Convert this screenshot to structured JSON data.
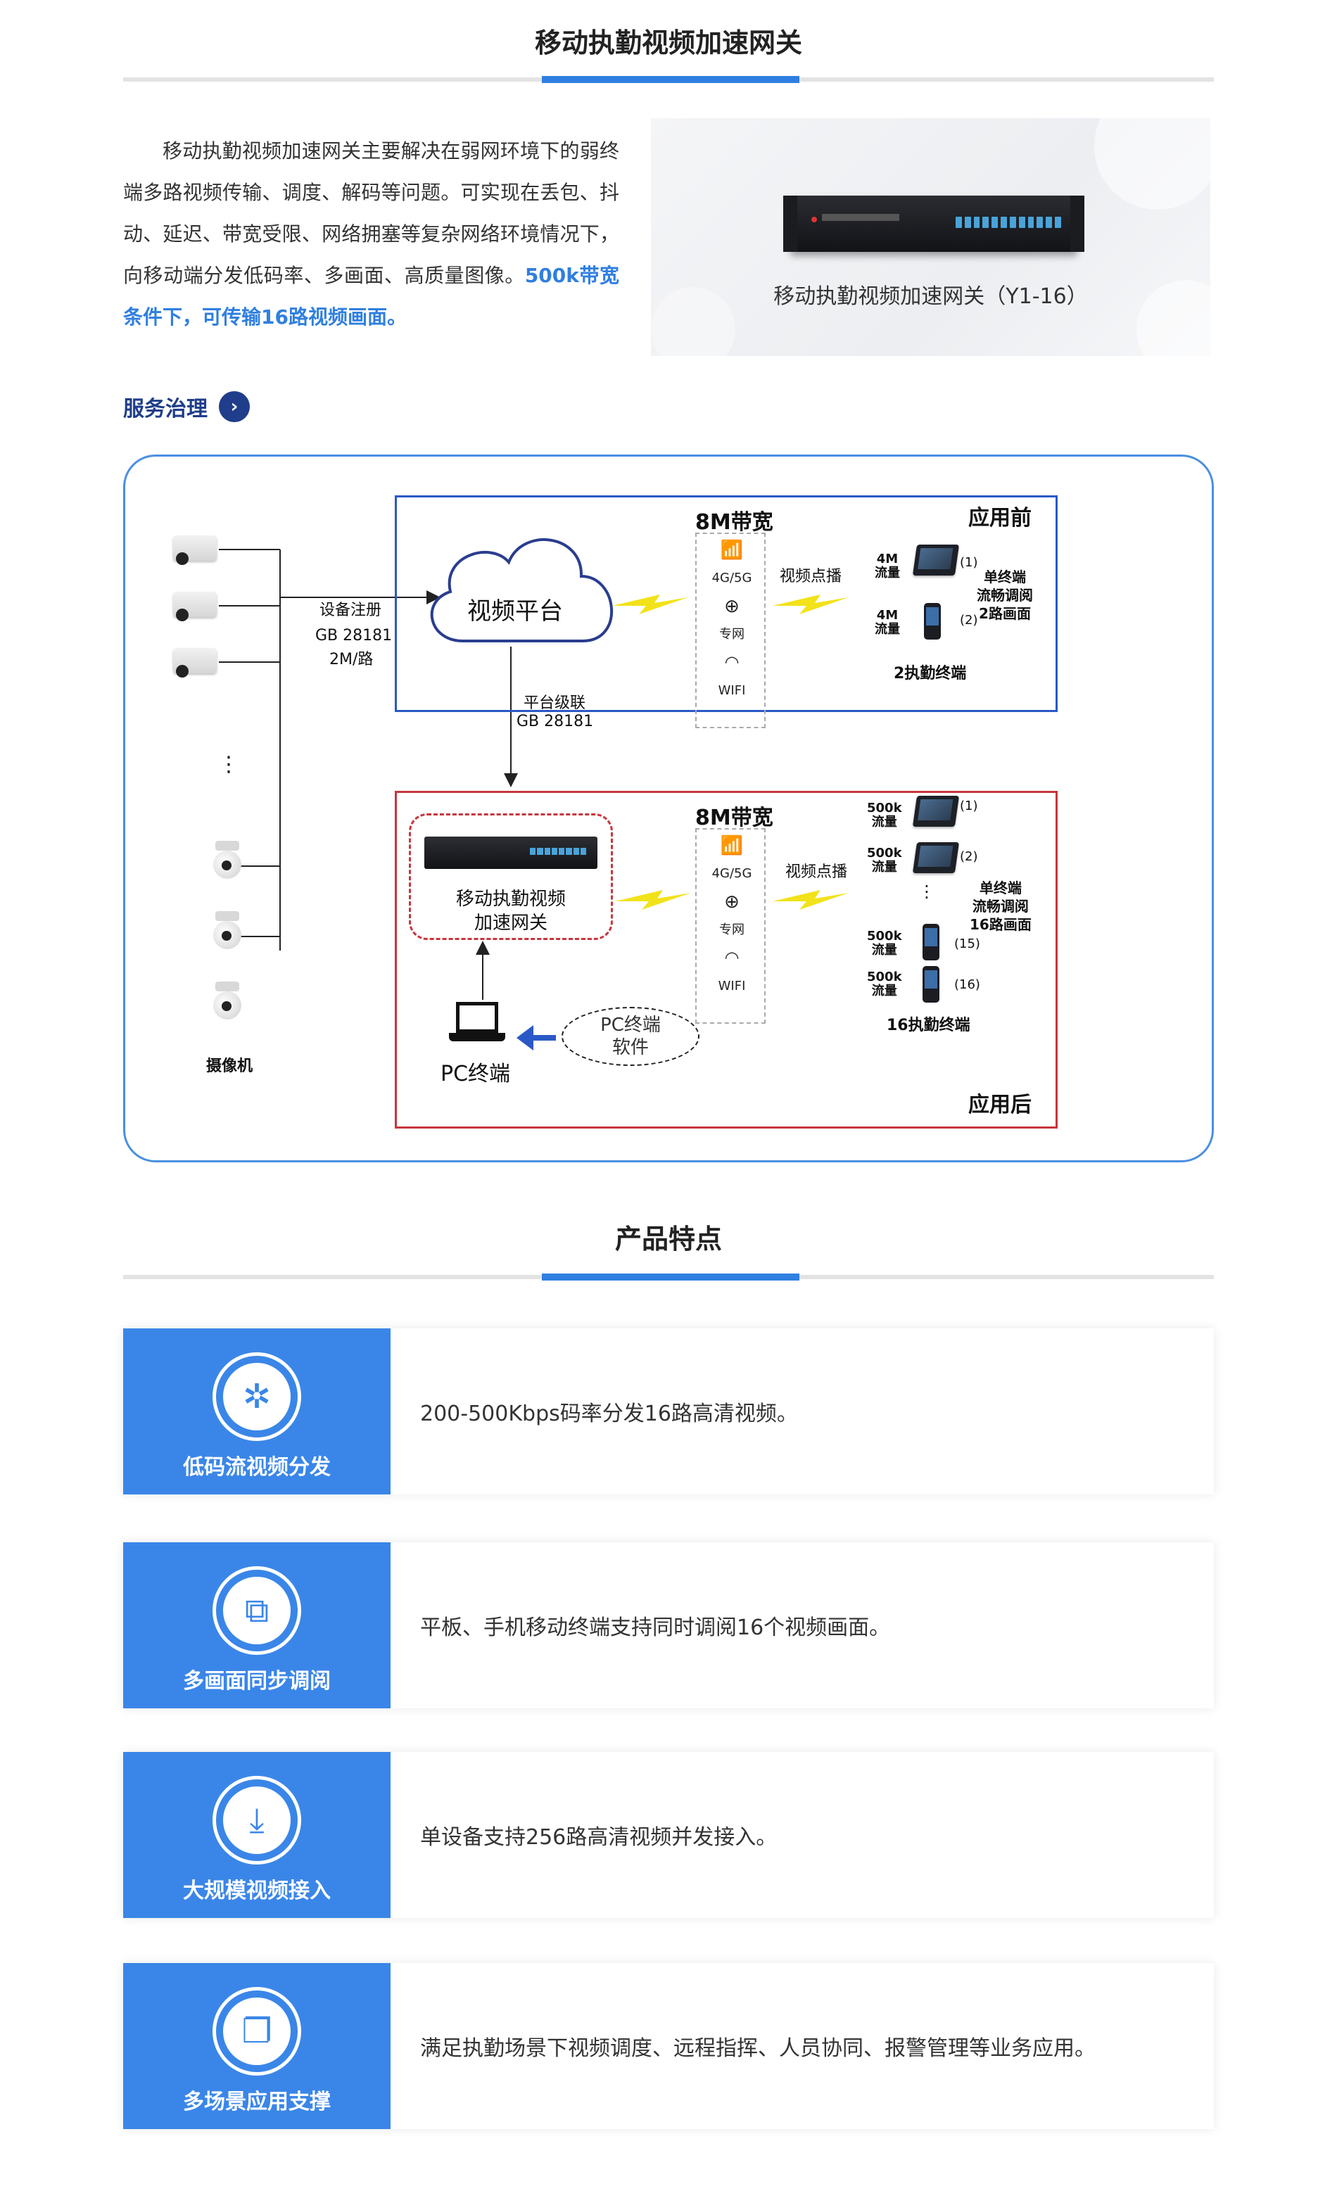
{
  "header": {
    "title": "移动执勤视频加速网关"
  },
  "intro": {
    "text_plain": "移动执勤视频加速网关主要解决在弱网环境下的弱终端多路视频传输、调度、解码等问题。可实现在丢包、抖动、延迟、带宽受限、网络拥塞等复杂网络环境情况下，向移动端分发低码率、多画面、高质量图像。",
    "text_highlight": "500k带宽条件下，可传输16路视频画面。"
  },
  "product": {
    "caption": "移动执勤视频加速网关（Y1-16）"
  },
  "service": {
    "label": "服务治理",
    "arrow_icon": "chevron-right-icon"
  },
  "diagram": {
    "cameras_label": "摄像机",
    "ellipsis": "⋮",
    "register_label": "设备注册",
    "gb_label_1": "GB 28181",
    "bitrate_label": "2M/路",
    "cloud_label": "视频平台",
    "cascade_label": "平台级联",
    "gb_label_2": "GB 28181",
    "top": {
      "bandwidth": "8M带宽",
      "net_4g": "4G/5G",
      "net_private": "专网",
      "net_wifi": "WIFI",
      "vod_label": "视频点播",
      "terminals": [
        {
          "flow": "4M\n流量",
          "index": "(1)"
        },
        {
          "flow": "4M\n流量",
          "index": "(2)"
        }
      ],
      "desc": "单终端\n流畅调阅\n2路画面",
      "count_label": "2执勤终端",
      "corner_label": "应用前"
    },
    "bottom": {
      "bandwidth": "8M带宽",
      "net_4g": "4G/5G",
      "net_private": "专网",
      "net_wifi": "WIFI",
      "vod_label": "视频点播",
      "gateway_label": "移动执勤视频\n加速网关",
      "pc_terminal": "PC终端",
      "pc_software": "PC终端\n软件",
      "terminals": [
        {
          "flow": "500k\n流量",
          "index": "(1)"
        },
        {
          "flow": "500k\n流量",
          "index": "(2)"
        },
        {
          "flow": "500k\n流量",
          "index": "(15)"
        },
        {
          "flow": "500k\n流量",
          "index": "(16)"
        }
      ],
      "desc": "单终端\n流畅调阅\n16路画面",
      "count_label": "16执勤终端",
      "corner_label": "应用后"
    }
  },
  "features_title": "产品特点",
  "features": [
    {
      "name": "低码流视频分发",
      "icon": "network-nodes-icon",
      "desc": "200-500Kbps码率分发16路高清视频。"
    },
    {
      "name": "多画面同步调阅",
      "icon": "expand-icon",
      "desc": "平板、手机移动终端支持同时调阅16个视频画面。"
    },
    {
      "name": "大规模视频接入",
      "icon": "download-icon",
      "desc": "单设备支持256路高清视频并发接入。"
    },
    {
      "name": "多场景应用支撑",
      "icon": "layers-icon",
      "desc": "满足执勤场景下视频调度、远程指挥、人员协同、报警管理等业务应用。"
    }
  ],
  "colors": {
    "accent": "#2f7fe0",
    "feature_blue": "#3a86e8",
    "box_blue": "#2a59c7",
    "box_red": "#c8353d",
    "lightning": "#f2e21a"
  }
}
